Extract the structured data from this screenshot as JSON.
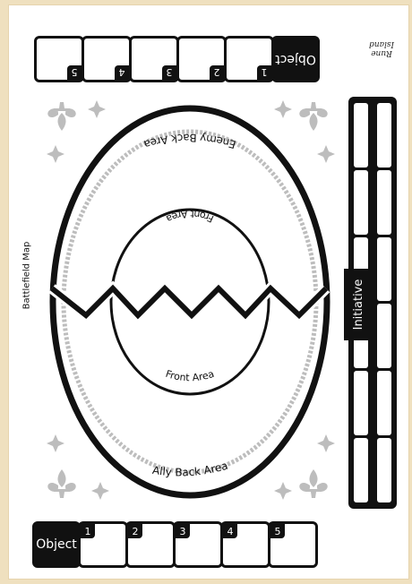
{
  "object_label": "Object",
  "slot_numbers": [
    "1",
    "2",
    "3",
    "4",
    "5"
  ],
  "initiative_label": "Initiative",
  "side_title": "Battlefield Map",
  "areas": {
    "enemy_back": "Enemy Back Area",
    "enemy_front": "Front Area",
    "ally_front": "Front Area",
    "ally_back": "Ally Back Area"
  },
  "logo_text": "Rune Island",
  "colors": {
    "ink": "#111111",
    "ornament": "#bdbdbd",
    "paper": "#ffffff",
    "background": "#efe0bf"
  },
  "icons": [
    "fleur-de-lis-icon",
    "arrow-icon"
  ]
}
